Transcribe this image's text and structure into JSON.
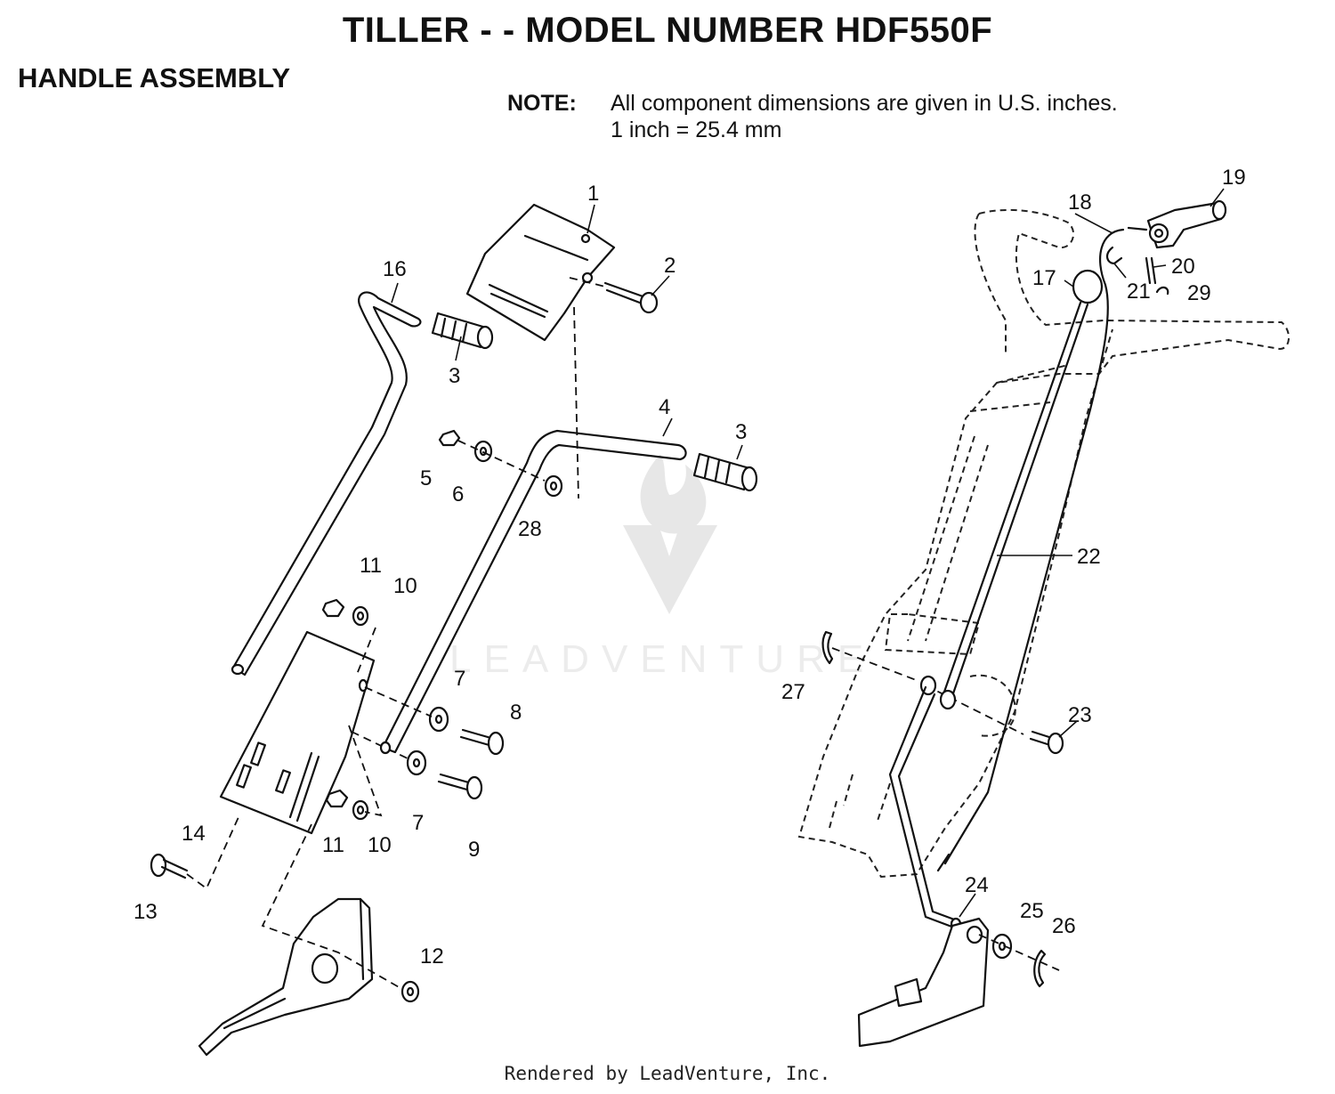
{
  "header": {
    "title": "TILLER - - MODEL NUMBER HDF550F",
    "section": "HANDLE ASSEMBLY",
    "note_label": "NOTE:",
    "note_line1": "All component dimensions are given in U.S. inches.",
    "note_line2": "1 inch = 25.4 mm"
  },
  "watermark": {
    "text": "LEADVENTURE"
  },
  "callouts": {
    "c1": "1",
    "c2": "2",
    "c3a": "3",
    "c3b": "3",
    "c4": "4",
    "c5": "5",
    "c6": "6",
    "c7a": "7",
    "c7b": "7",
    "c8": "8",
    "c9": "9",
    "c10a": "10",
    "c10b": "10",
    "c11a": "11",
    "c11b": "11",
    "c12": "12",
    "c13": "13",
    "c14": "14",
    "c16": "16",
    "c17": "17",
    "c18": "18",
    "c19": "19",
    "c20": "20",
    "c21": "21",
    "c22": "22",
    "c23": "23",
    "c24": "24",
    "c25": "25",
    "c26": "26",
    "c27": "27",
    "c28": "28",
    "c29": "29"
  },
  "footer": {
    "credit": "Rendered by LeadVenture, Inc."
  }
}
